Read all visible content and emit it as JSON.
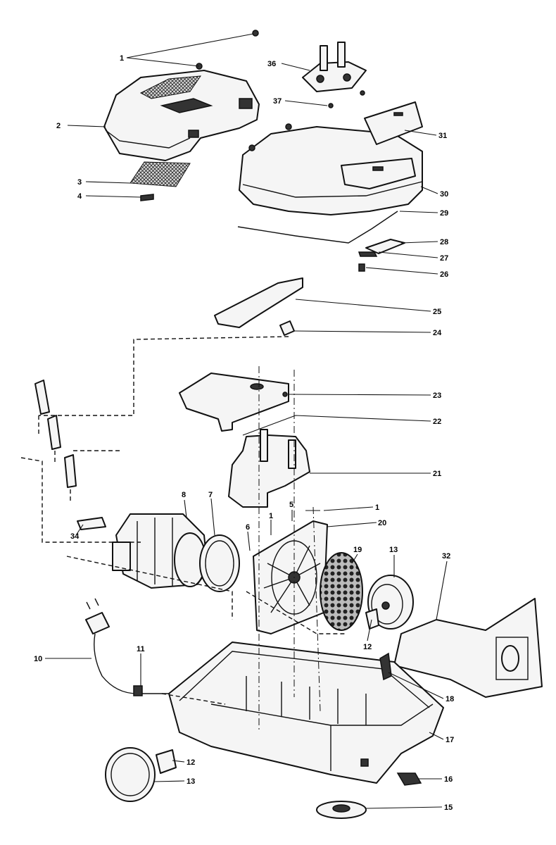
{
  "labels": {
    "p1a": "1",
    "p1b": "1",
    "p2": "2",
    "p3": "3",
    "p4": "4",
    "p5": "5",
    "p6": "6",
    "p7": "7",
    "p8": "8",
    "p10": "10",
    "p11": "11",
    "p12a": "12",
    "p12b": "12",
    "p13a": "13",
    "p13b": "13",
    "p15": "15",
    "p16": "16",
    "p17": "17",
    "p18": "18",
    "p19": "19",
    "p20": "20",
    "p21": "21",
    "p22": "22",
    "p23": "23",
    "p24": "24",
    "p25": "25",
    "p26": "26",
    "p27": "27",
    "p28": "28",
    "p29": "29",
    "p30": "30",
    "p31": "31",
    "p32": "32",
    "p34": "34",
    "p36": "36",
    "p37": "37"
  }
}
